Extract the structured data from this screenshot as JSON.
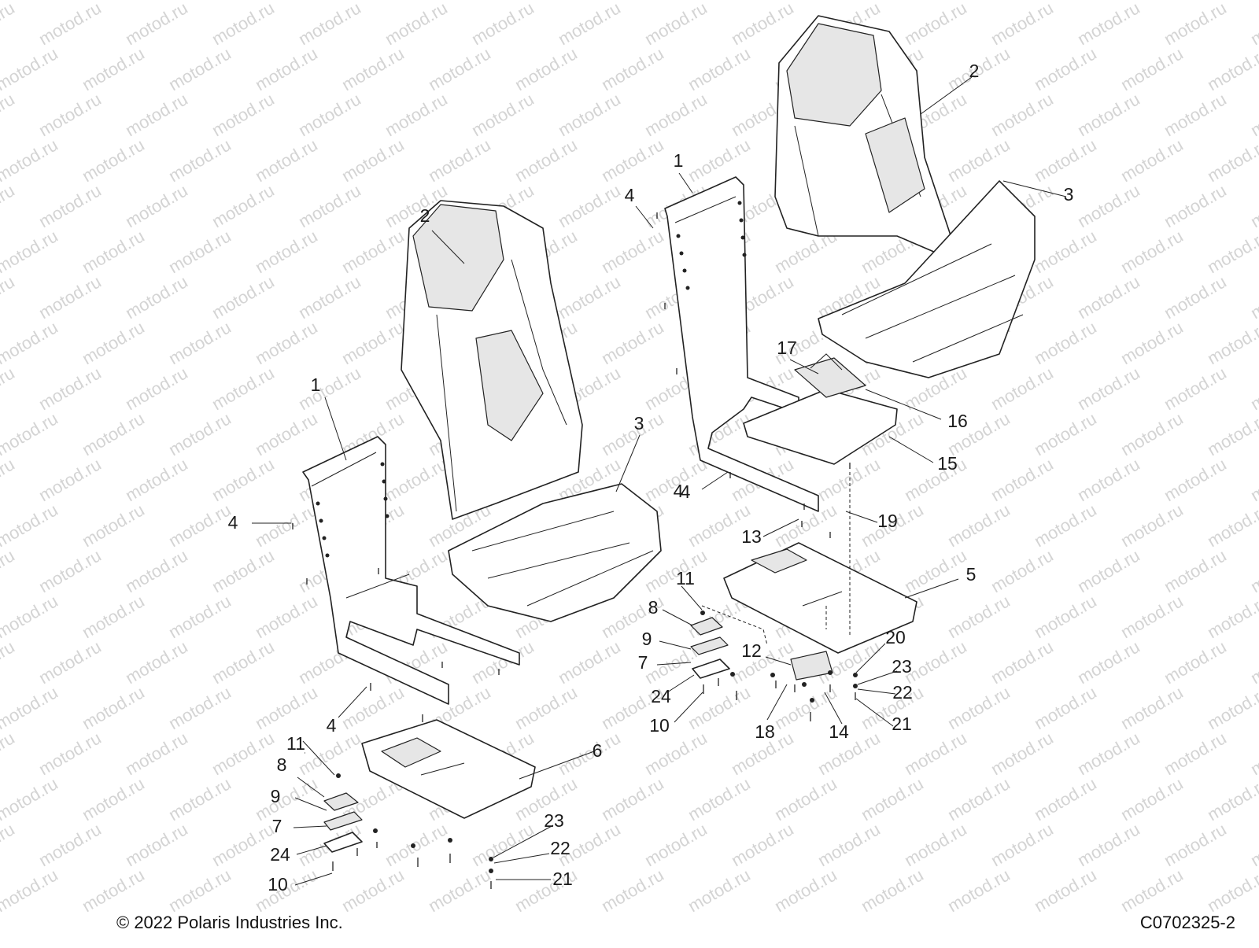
{
  "watermark": "motod.ru",
  "copyright": "© 2022 Polaris Industries Inc.",
  "drawing_number": "C0702325-2",
  "callouts": [
    "2",
    "1",
    "4",
    "3",
    "4",
    "4",
    "11",
    "8",
    "9",
    "7",
    "24",
    "10",
    "6",
    "23",
    "22",
    "21",
    "2",
    "3",
    "1",
    "4",
    "17",
    "16",
    "15",
    "4",
    "19",
    "13",
    "5",
    "11",
    "8",
    "9",
    "7",
    "24",
    "10",
    "12",
    "18",
    "14",
    "20",
    "23",
    "22",
    "21"
  ]
}
